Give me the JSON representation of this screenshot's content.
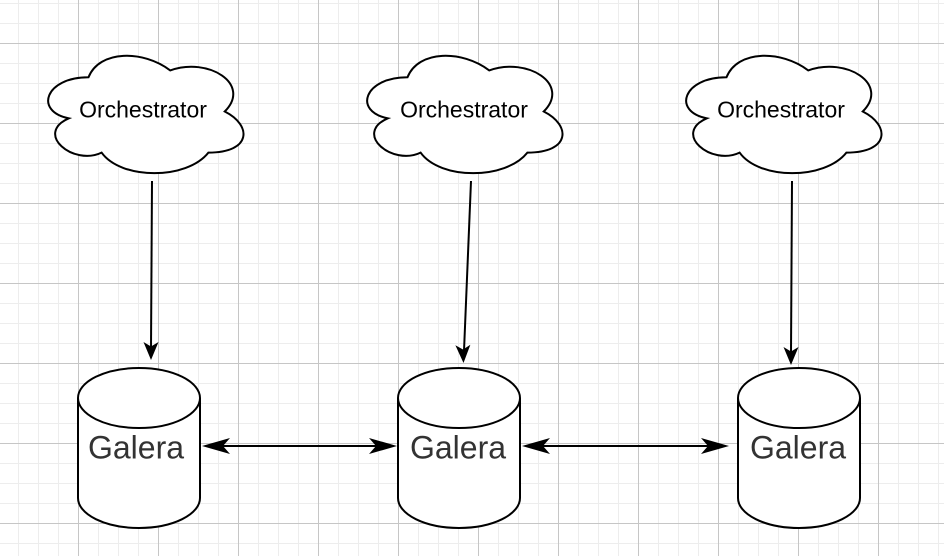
{
  "canvas": {
    "background": "#ffffff",
    "grid_minor_color": "#ededed",
    "grid_major_color": "#c6c6c6"
  },
  "styles": {
    "shape_fill": "#ffffff",
    "shape_stroke": "#000000",
    "arrow_color": "#000000",
    "orchestrator_text_color": "#000000",
    "galera_text_color": "#333333"
  },
  "nodes": {
    "orchestrators": [
      {
        "label": "Orchestrator"
      },
      {
        "label": "Orchestrator"
      },
      {
        "label": "Orchestrator"
      }
    ],
    "galera_nodes": [
      {
        "label": "Galera"
      },
      {
        "label": "Galera"
      },
      {
        "label": "Galera"
      }
    ]
  },
  "edges": [
    {
      "from": "orchestrator-1",
      "to": "galera-1",
      "arrowheads": "end",
      "direction": "down"
    },
    {
      "from": "orchestrator-2",
      "to": "galera-2",
      "arrowheads": "end",
      "direction": "down"
    },
    {
      "from": "orchestrator-3",
      "to": "galera-3",
      "arrowheads": "end",
      "direction": "down"
    },
    {
      "from": "galera-1",
      "to": "galera-2",
      "arrowheads": "both",
      "direction": "horizontal"
    },
    {
      "from": "galera-2",
      "to": "galera-3",
      "arrowheads": "both",
      "direction": "horizontal"
    }
  ]
}
